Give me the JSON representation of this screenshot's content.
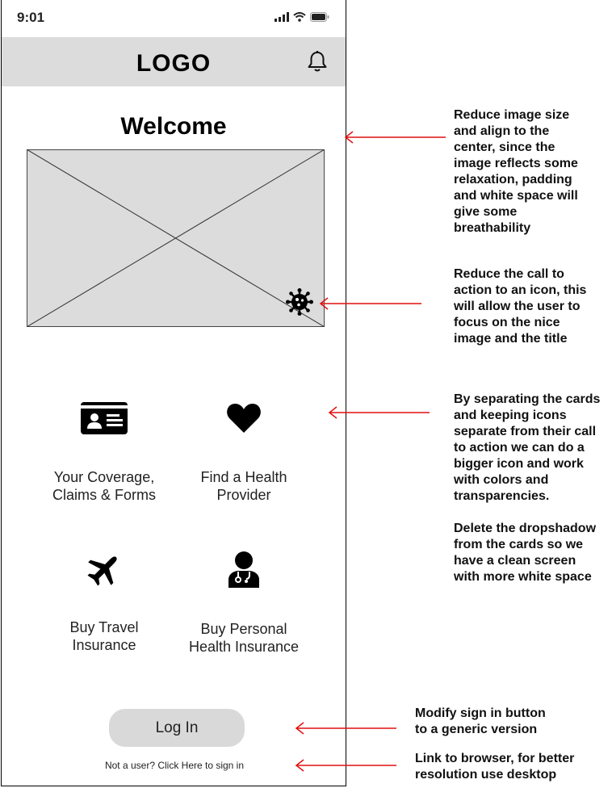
{
  "status": {
    "time": "9:01"
  },
  "header": {
    "logo": "LOGO"
  },
  "main": {
    "title": "Welcome",
    "cards": [
      {
        "label_line1": "Your Coverage,",
        "label_line2": "Claims & Forms",
        "icon": "id-card-icon"
      },
      {
        "label_line1": "Find a Health",
        "label_line2": "Provider",
        "icon": "heart-icon"
      },
      {
        "label_line1": "Buy Travel",
        "label_line2": "Insurance",
        "icon": "airplane-icon"
      },
      {
        "label_line1": "Buy Personal",
        "label_line2": "Health Insurance",
        "icon": "doctor-icon"
      }
    ],
    "login_label": "Log In",
    "signin_text": "Not a user? Click Here to sign in"
  },
  "notes": [
    {
      "lines": [
        "Reduce image size",
        "and align to the",
        "center, since the",
        "image reflects some",
        "relaxation, padding",
        "and white space will",
        "give some",
        "breathability"
      ]
    },
    {
      "lines": [
        "Reduce the call to",
        "action to an icon, this",
        "will allow the user to",
        "focus on the nice",
        "image and the title"
      ]
    },
    {
      "lines": [
        "By separating the cards",
        "and keeping icons",
        "separate from their call",
        "to action we can do a",
        "bigger icon and work",
        "with colors and",
        "transparencies.",
        "",
        "Delete the dropshadow",
        "from the cards so we",
        "have a clean screen",
        "with more white space"
      ]
    },
    {
      "lines": [
        "Modify sign in button",
        "to a generic version"
      ]
    },
    {
      "lines": [
        "Link to browser, for better",
        "resolution use desktop"
      ]
    }
  ],
  "colors": {
    "header_bg": "#dcdcdc",
    "arrow": "#e01010",
    "button_bg": "#d9d9d9"
  }
}
